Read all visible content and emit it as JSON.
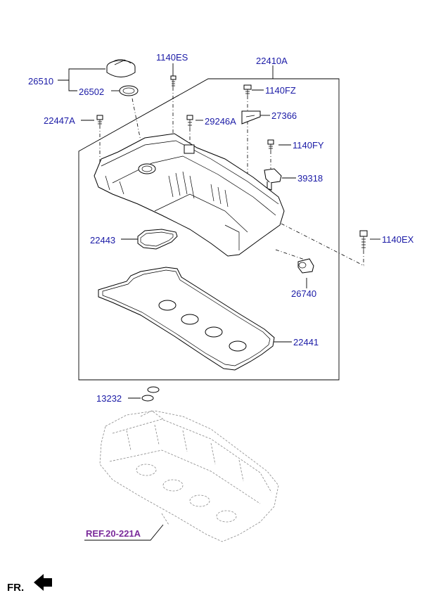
{
  "diagram": {
    "callouts": {
      "p26510": "26510",
      "p26502": "26502",
      "p1140ES": "1140ES",
      "p22410A": "22410A",
      "p1140FZ": "1140FZ",
      "p22447A": "22447A",
      "p29246A": "29246A",
      "p27366": "27366",
      "p1140FY": "1140FY",
      "p39318": "39318",
      "p22443": "22443",
      "p1140EX": "1140EX",
      "p26740": "26740",
      "p22441": "22441",
      "p13232": "13232"
    },
    "reference": "REF.20-221A",
    "direction": "FR.",
    "colors": {
      "callout": "#1a1aa6",
      "reference": "#7a2a9a",
      "line": "#000000"
    }
  }
}
